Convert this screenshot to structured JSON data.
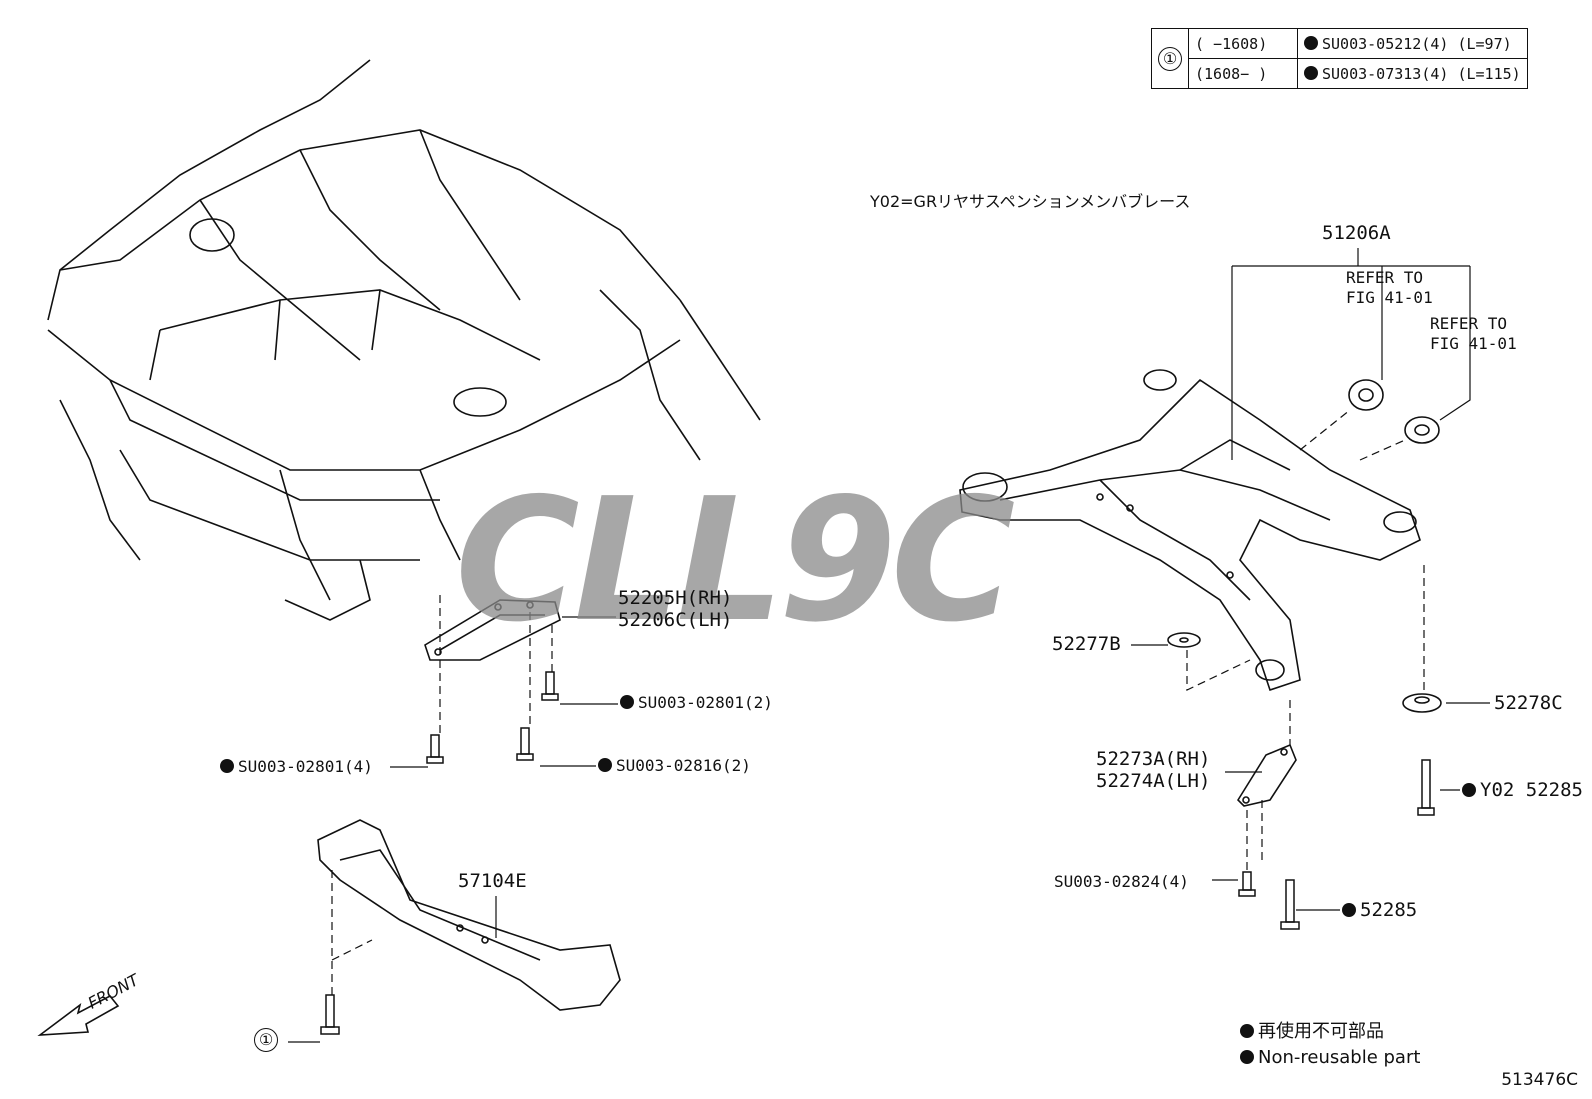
{
  "ref_table": {
    "key": "①",
    "rows": [
      {
        "range": "(      −1608)",
        "part": "SU003-05212(4)",
        "length": "(L=97)"
      },
      {
        "range": "(1608−      )",
        "part": "SU003-07313(4)",
        "length": "(L=115)"
      }
    ]
  },
  "note_y02": "Y02=GRリヤサスペンションメンバブレース",
  "labels": {
    "p51206A": "51206A",
    "refer1_a": "REFER TO",
    "refer1_b": "FIG 41-01",
    "refer2_a": "REFER TO",
    "refer2_b": "FIG 41-01",
    "p52205H": "52205H(RH)",
    "p52206C": "52206C(LH)",
    "su02801_2": "SU003-02801(2)",
    "su02801_4": "SU003-02801(4)",
    "su02816_2": "SU003-02816(2)",
    "p52277B": "52277B",
    "p52278C": "52278C",
    "p52273A": "52273A(RH)",
    "p52274A": "52274A(LH)",
    "y02_52285": "Y02 52285",
    "su02824_4": "SU003-02824(4)",
    "p52285": "52285",
    "p57104E": "57104E",
    "key1": "①",
    "front": "FRONT"
  },
  "legend": {
    "line_jp": "再使用不可部品",
    "line_en": "Non-reusable part"
  },
  "watermark": "CLL9C",
  "drawing_number": "513476C"
}
